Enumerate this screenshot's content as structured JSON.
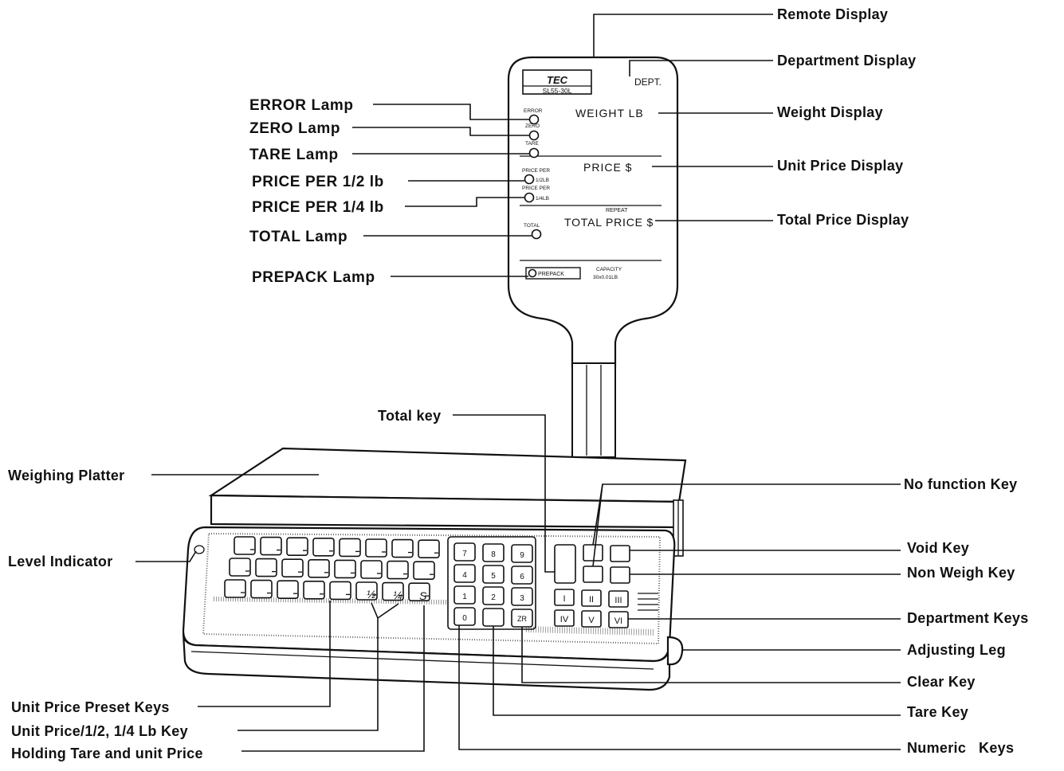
{
  "labels": {
    "remote_display": "Remote Display",
    "department_display": "Department Display",
    "weight_display": "Weight Display",
    "unit_price_display": "Unit Price Display",
    "total_price_display": "Total Price Display",
    "error_lamp": "ERROR Lamp",
    "zero_lamp": "ZERO Lamp",
    "tare_lamp": "TARE Lamp",
    "price_per_half": "PRICE PER 1/2 lb",
    "price_per_quarter": "PRICE PER 1/4 lb",
    "total_lamp": "TOTAL Lamp",
    "prepack_lamp": "PREPACK Lamp",
    "total_key": "Total key",
    "weighing_platter": "Weighing Platter",
    "level_indicator": "Level Indicator",
    "no_function_key": "No function Key",
    "void_key": "Void Key",
    "non_weigh_key": "Non Weigh Key",
    "department_keys": "Department Keys",
    "adjusting_leg": "Adjusting Leg",
    "clear_key": "Clear Key",
    "tare_key": "Tare Key",
    "numeric_keys": "Numeric   Keys",
    "unit_price_preset_keys": "Unit Price Preset Keys",
    "unit_price_half_quarter_key": "Unit Price/1/2, 1/4 Lb Key",
    "holding_tare": "Holding Tare and unit Price"
  },
  "panel": {
    "brand": "TEC",
    "model": "SL55-30L",
    "dept": "DEPT.",
    "weight": "WEIGHT  LB",
    "price": "PRICE    $",
    "repeat": "REPEAT",
    "total_price": "TOTAL  PRICE $",
    "lamp_error": "ERROR",
    "lamp_zero": "ZERO",
    "lamp_tare": "TARE",
    "lamp_pp1": "PRICE PER",
    "lamp_half": "1/2LB",
    "lamp_pp2": "PRICE PER",
    "lamp_quarter": "1/4LB",
    "lamp_total": "TOTAL",
    "prepack": "PREPACK",
    "capacity": "CAPACITY",
    "capacity_value": "30x0.01LB"
  },
  "keys": {
    "numeric": [
      "7",
      "8",
      "9",
      "4",
      "5",
      "6",
      "1",
      "2",
      "3",
      "0",
      "",
      "ZR"
    ],
    "departments": [
      "I",
      "II",
      "III",
      "IV",
      "V",
      "VI"
    ],
    "half": "½",
    "quarter": "¼",
    "hold": "S"
  }
}
